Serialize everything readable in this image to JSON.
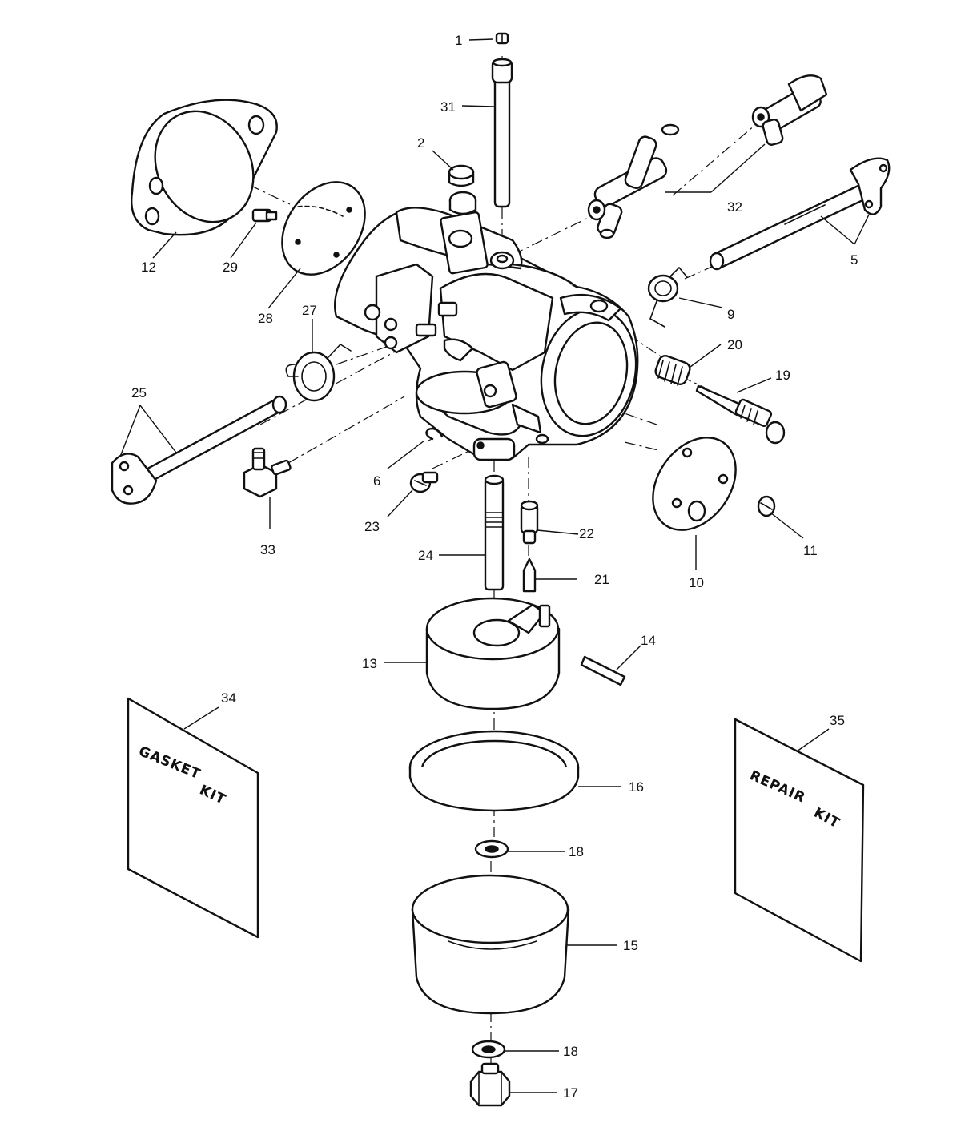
{
  "callouts": [
    {
      "id": "1",
      "text": "1"
    },
    {
      "id": "2",
      "text": "2"
    },
    {
      "id": "5",
      "text": "5"
    },
    {
      "id": "6",
      "text": "6"
    },
    {
      "id": "9",
      "text": "9"
    },
    {
      "id": "10",
      "text": "10"
    },
    {
      "id": "11",
      "text": "11"
    },
    {
      "id": "12",
      "text": "12"
    },
    {
      "id": "13",
      "text": "13"
    },
    {
      "id": "14",
      "text": "14"
    },
    {
      "id": "15",
      "text": "15"
    },
    {
      "id": "16",
      "text": "16"
    },
    {
      "id": "17",
      "text": "17"
    },
    {
      "id": "18a",
      "text": "18"
    },
    {
      "id": "18b",
      "text": "18"
    },
    {
      "id": "19",
      "text": "19"
    },
    {
      "id": "20",
      "text": "20"
    },
    {
      "id": "21",
      "text": "21"
    },
    {
      "id": "22",
      "text": "22"
    },
    {
      "id": "23",
      "text": "23"
    },
    {
      "id": "24",
      "text": "24"
    },
    {
      "id": "25",
      "text": "25"
    },
    {
      "id": "27",
      "text": "27"
    },
    {
      "id": "28",
      "text": "28"
    },
    {
      "id": "29",
      "text": "29"
    },
    {
      "id": "31",
      "text": "31"
    },
    {
      "id": "32",
      "text": "32"
    },
    {
      "id": "33",
      "text": "33"
    },
    {
      "id": "34",
      "text": "34"
    },
    {
      "id": "35",
      "text": "35"
    }
  ],
  "kits": {
    "gasket": {
      "line1": "GASKET",
      "line2": "KIT"
    },
    "repair": {
      "line1": "REPAIR",
      "line2": "KIT"
    }
  }
}
